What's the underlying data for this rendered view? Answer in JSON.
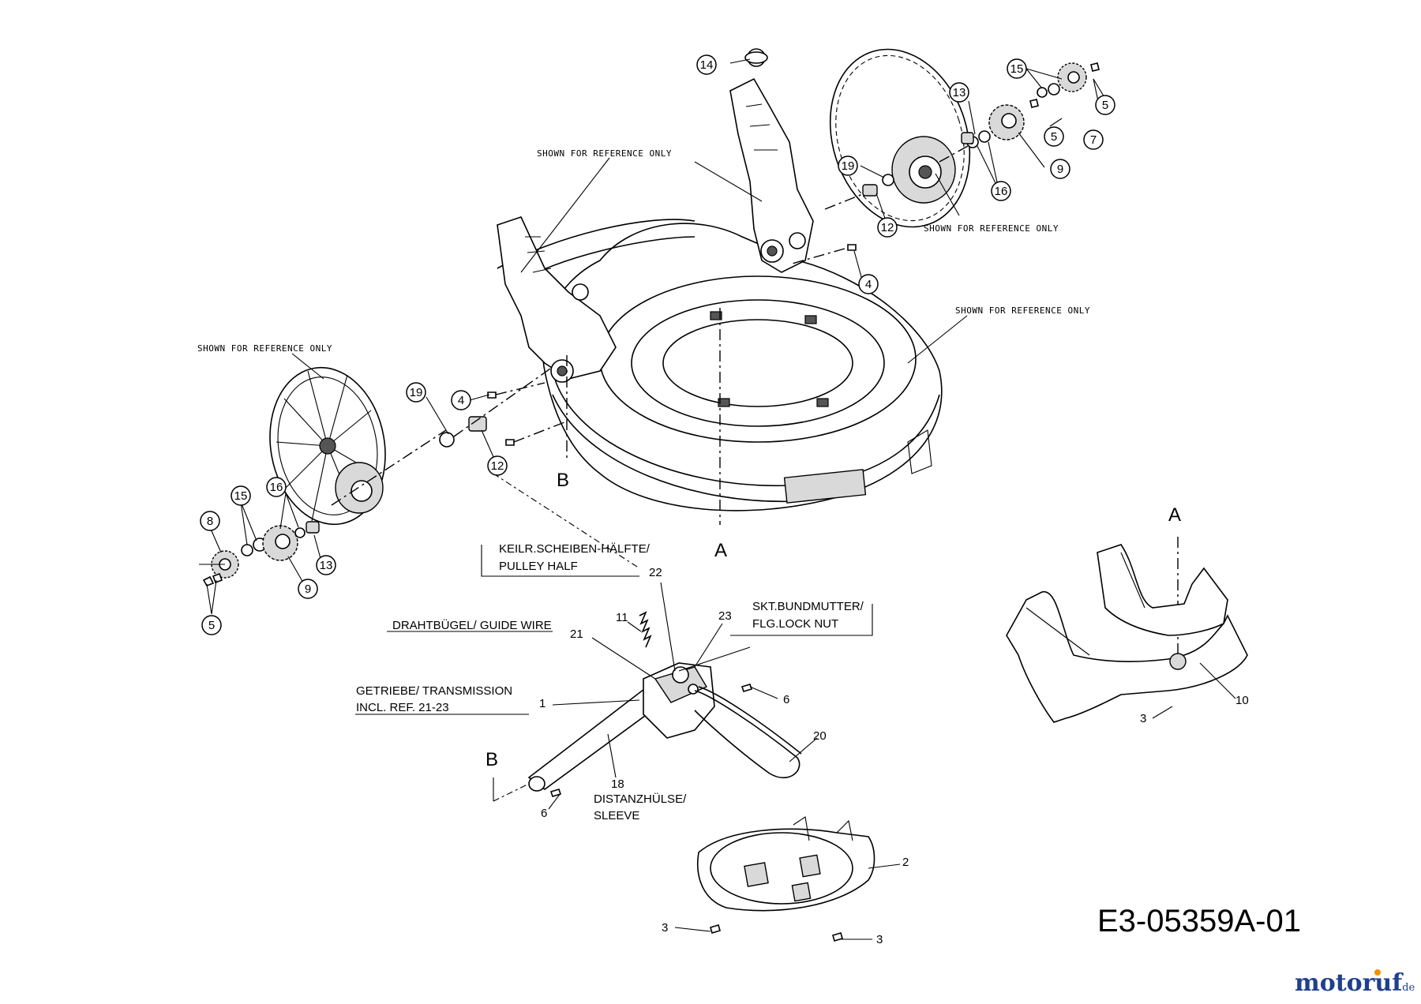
{
  "reference_notes": [
    {
      "id": "ref-left-wheel",
      "text": "SHOWN FOR REFERENCE ONLY"
    },
    {
      "id": "ref-left-bracket",
      "text": "SHOWN FOR REFERENCE ONLY"
    },
    {
      "id": "ref-right-bracket",
      "text": "SHOWN FOR REFERENCE ONLY"
    },
    {
      "id": "ref-right-wheel",
      "text": "SHOWN FOR REFERENCE ONLY"
    },
    {
      "id": "ref-deck",
      "text": "SHOWN FOR REFERENCE ONLY"
    }
  ],
  "section_marks": [
    {
      "id": "section-b-deck",
      "text": "B"
    },
    {
      "id": "section-a-deck",
      "text": "A"
    },
    {
      "id": "section-a-cover",
      "text": "A"
    },
    {
      "id": "section-b-shaft",
      "text": "B"
    }
  ],
  "callouts_circled": [
    {
      "id": "c14",
      "text": "14"
    },
    {
      "id": "c13r",
      "text": "13"
    },
    {
      "id": "c15r",
      "text": "15"
    },
    {
      "id": "c5r1",
      "text": "5"
    },
    {
      "id": "c5r2",
      "text": "5"
    },
    {
      "id": "c7",
      "text": "7"
    },
    {
      "id": "c9r",
      "text": "9"
    },
    {
      "id": "c16r",
      "text": "16"
    },
    {
      "id": "c19r",
      "text": "19"
    },
    {
      "id": "c12r",
      "text": "12"
    },
    {
      "id": "c4r",
      "text": "4"
    },
    {
      "id": "c19l",
      "text": "19"
    },
    {
      "id": "c4l",
      "text": "4"
    },
    {
      "id": "c12l",
      "text": "12"
    },
    {
      "id": "c15l",
      "text": "15"
    },
    {
      "id": "c16l",
      "text": "16"
    },
    {
      "id": "c8",
      "text": "8"
    },
    {
      "id": "c13l",
      "text": "13"
    },
    {
      "id": "c9l",
      "text": "9"
    },
    {
      "id": "c5l",
      "text": "5"
    }
  ],
  "callouts_plain": [
    {
      "id": "n22",
      "text": "22"
    },
    {
      "id": "n11",
      "text": "11"
    },
    {
      "id": "n23",
      "text": "23"
    },
    {
      "id": "n21",
      "text": "21"
    },
    {
      "id": "n1",
      "text": "1"
    },
    {
      "id": "n6a",
      "text": "6"
    },
    {
      "id": "n20",
      "text": "20"
    },
    {
      "id": "n18",
      "text": "18"
    },
    {
      "id": "n6b",
      "text": "6"
    },
    {
      "id": "n10",
      "text": "10"
    },
    {
      "id": "n3a",
      "text": "3"
    },
    {
      "id": "n2",
      "text": "2"
    },
    {
      "id": "n3b",
      "text": "3"
    },
    {
      "id": "n3c",
      "text": "3"
    }
  ],
  "part_labels": {
    "pulley_half": [
      "KEILR.SCHEIBEN-HÄLFTE/",
      "PULLEY HALF"
    ],
    "flange_nut": [
      "SKT.BUNDMUTTER/",
      "FLG.LOCK NUT"
    ],
    "guide_wire": [
      "DRAHTBÜGEL/ GUIDE WIRE"
    ],
    "transmission": [
      "GETRIEBE/ TRANSMISSION",
      "INCL. REF. 21-23"
    ],
    "sleeve": [
      "DISTANZHÜLSE/",
      "SLEEVE"
    ]
  },
  "drawing_code": "E3-05359A-01",
  "watermark": {
    "main": "motoruf",
    "suffix": ".de"
  },
  "colors": {
    "line": "#000000",
    "background": "#ffffff",
    "logo_blue": "#1f3f8f",
    "logo_orange": "#f39200"
  }
}
